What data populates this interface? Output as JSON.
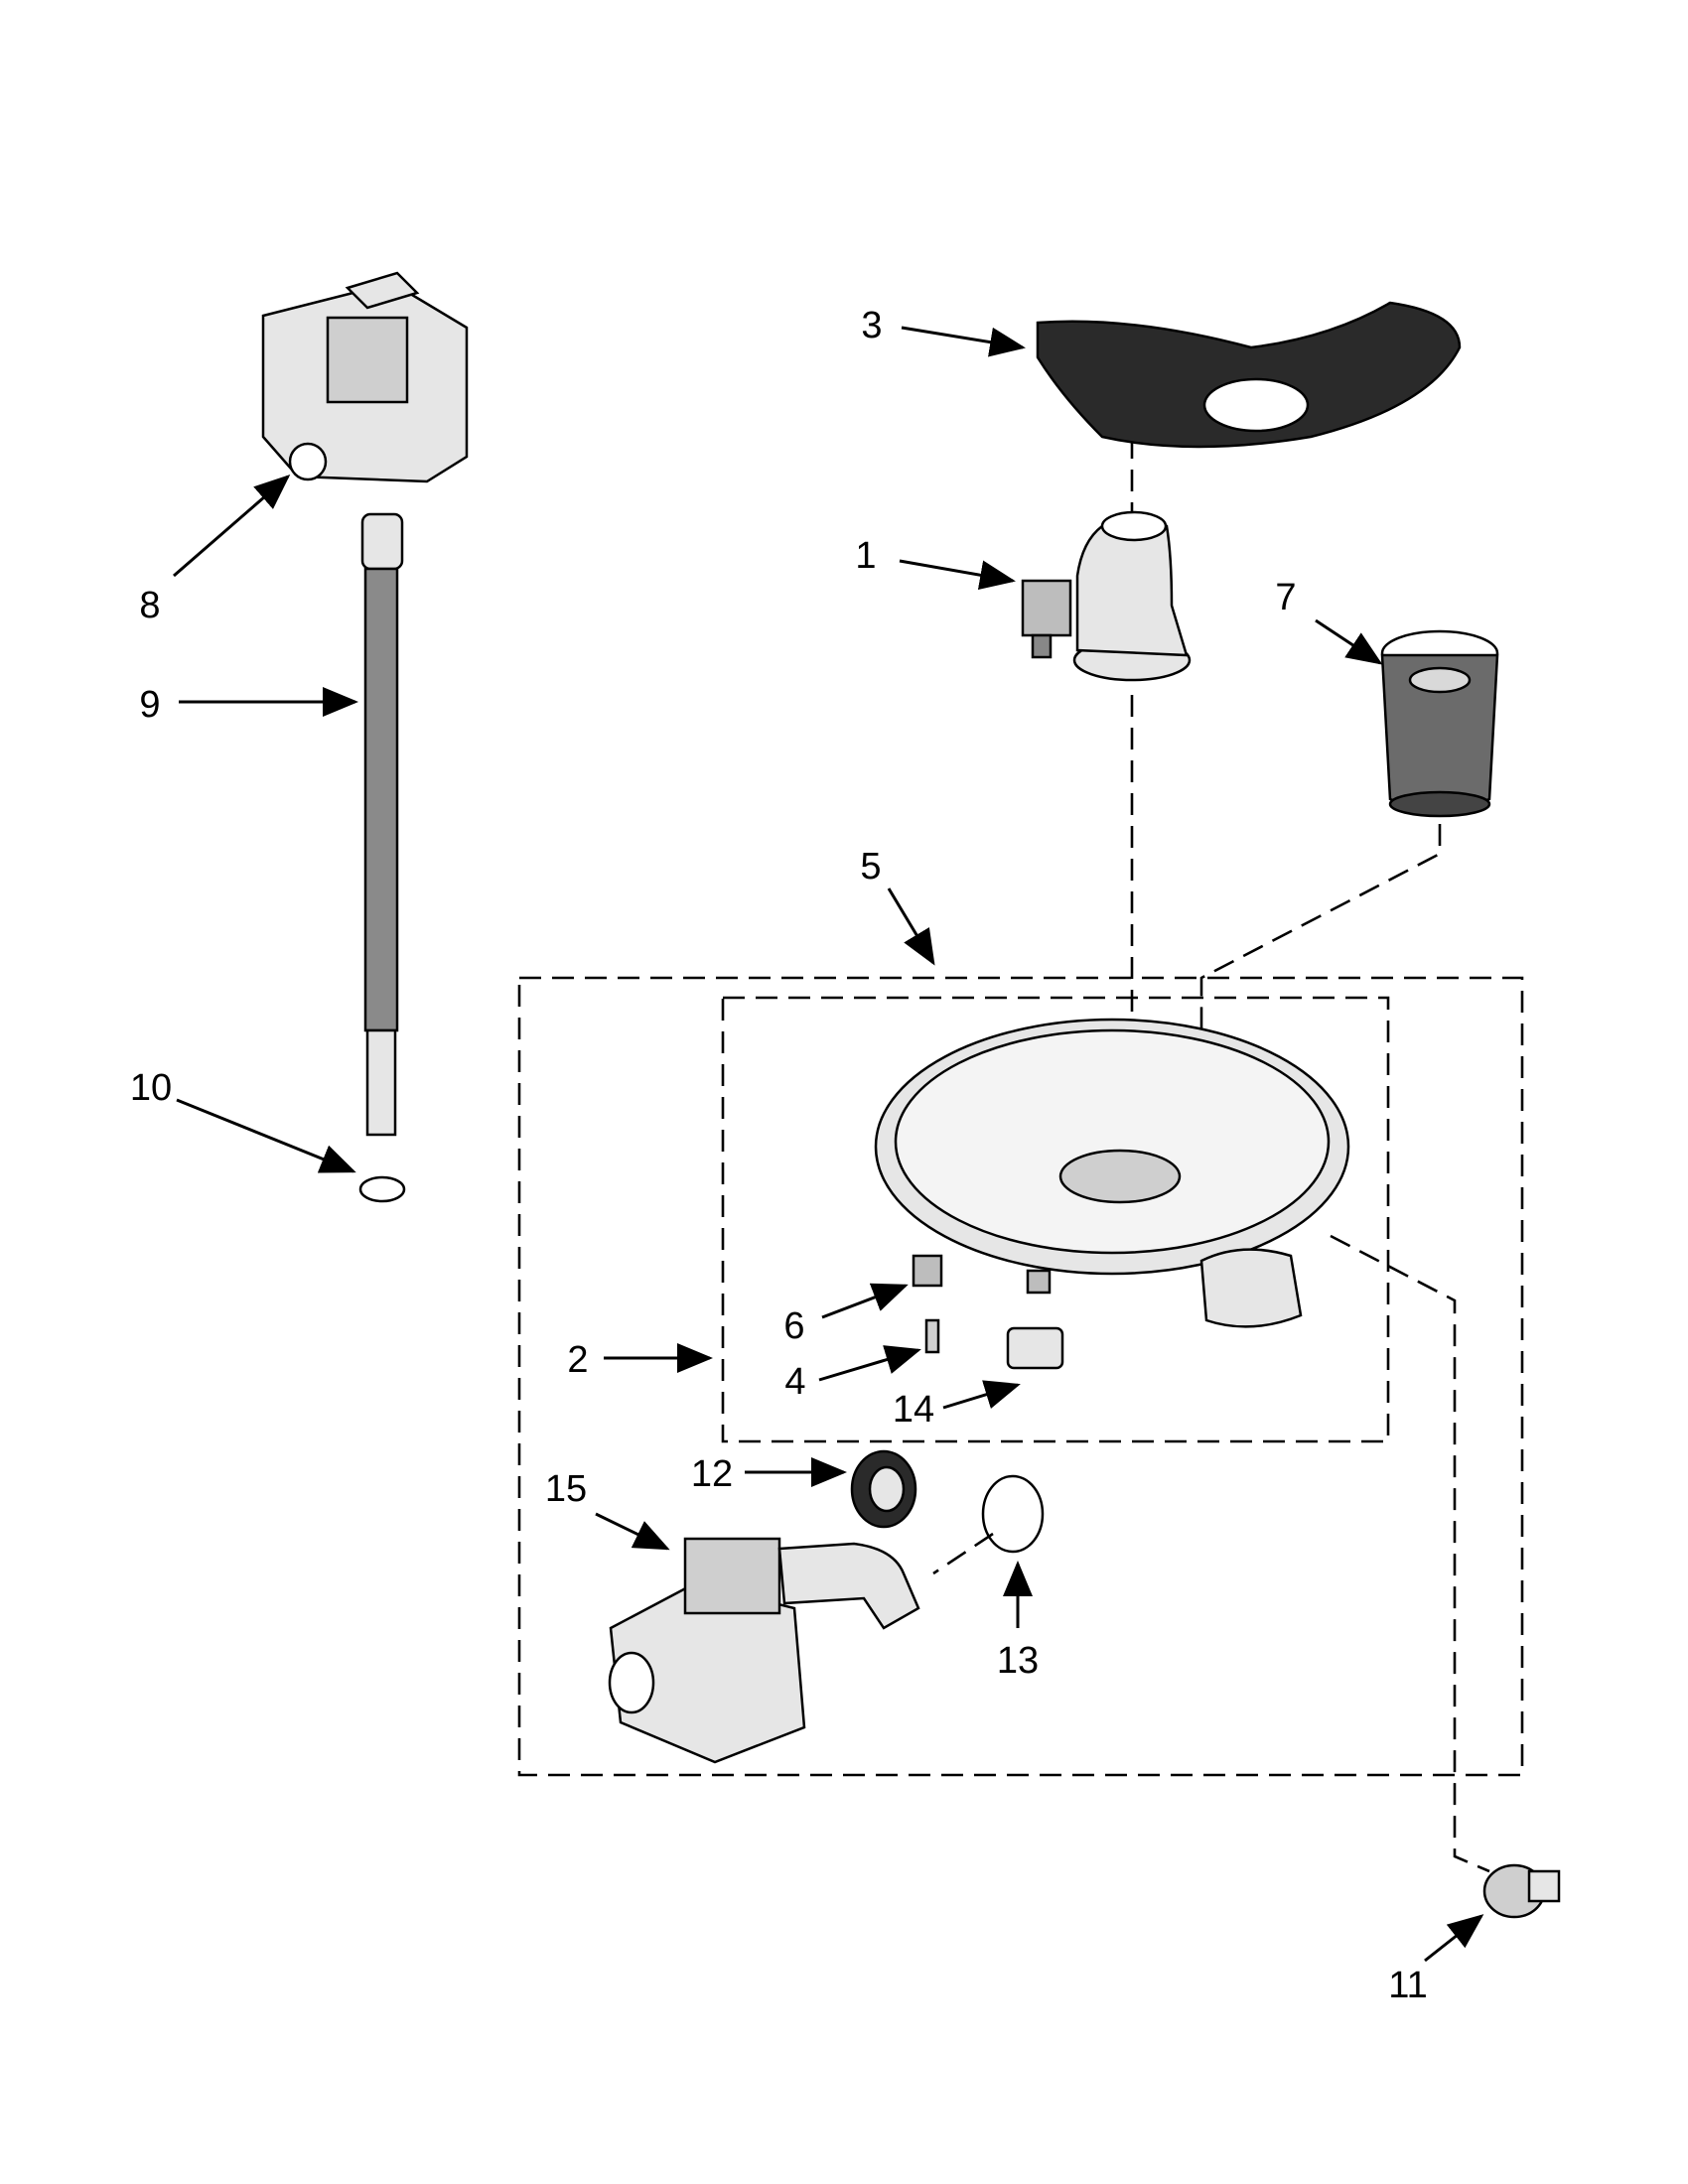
{
  "callouts": [
    {
      "id": "1",
      "text": "1"
    },
    {
      "id": "2",
      "text": "2"
    },
    {
      "id": "3",
      "text": "3"
    },
    {
      "id": "4",
      "text": "4"
    },
    {
      "id": "5",
      "text": "5"
    },
    {
      "id": "6",
      "text": "6"
    },
    {
      "id": "7",
      "text": "7"
    },
    {
      "id": "8",
      "text": "8"
    },
    {
      "id": "9",
      "text": "9"
    },
    {
      "id": "10",
      "text": "10"
    },
    {
      "id": "11",
      "text": "11"
    },
    {
      "id": "12",
      "text": "12"
    },
    {
      "id": "13",
      "text": "13"
    },
    {
      "id": "14",
      "text": "14"
    },
    {
      "id": "15",
      "text": "15"
    }
  ],
  "colors": {
    "line": "#000000",
    "background": "#ffffff",
    "part_fill": "#e6e6e6",
    "part_dark": "#2a2a2a"
  }
}
